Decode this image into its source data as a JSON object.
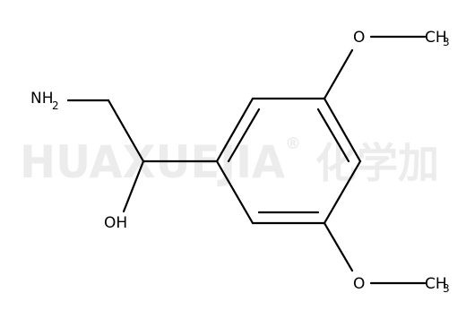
{
  "watermark": {
    "brand": "HUAXUEJIA",
    "registered": "®",
    "cjk": "化学加"
  },
  "atoms": {
    "amine": {
      "main": "NH",
      "sub": "2"
    },
    "hydroxyl": {
      "text": "OH"
    },
    "methoxy_top": {
      "oxygen": "O",
      "methyl": "CH",
      "sub": "3"
    },
    "methoxy_bottom": {
      "oxygen": "O",
      "methyl": "CH",
      "sub": "3"
    }
  }
}
